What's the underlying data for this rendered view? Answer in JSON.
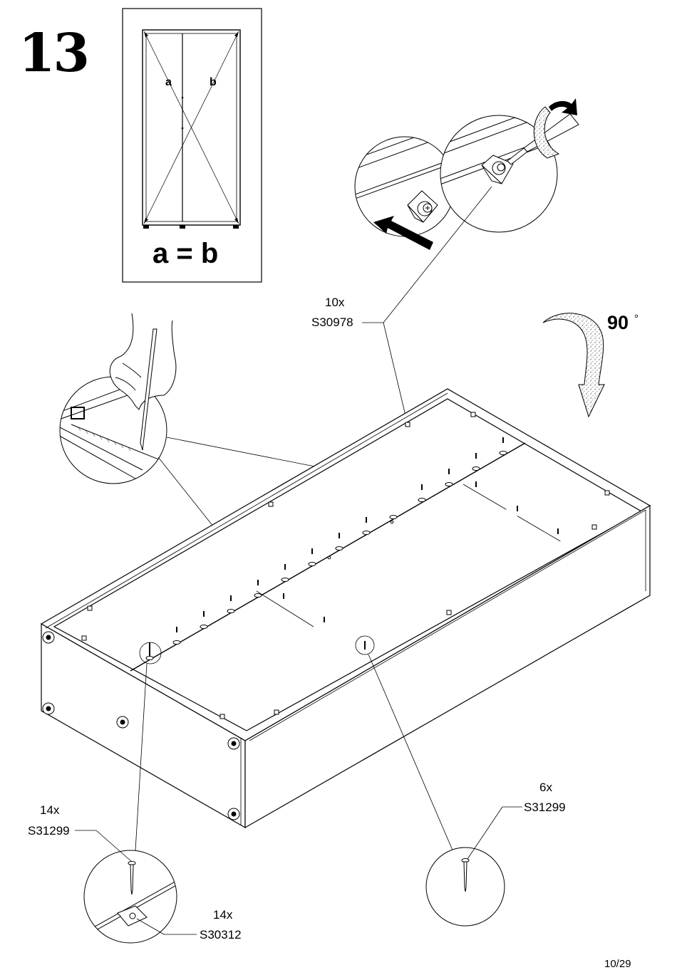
{
  "step_number": "13",
  "diagonal_check": {
    "label_a": "a",
    "label_b": "b",
    "equation": "a = b"
  },
  "rotation": {
    "value": "90",
    "unit": "°"
  },
  "parts": {
    "bracket": {
      "qty": "10x",
      "code": "S30978"
    },
    "nails_left": {
      "qty": "14x",
      "code": "S31299"
    },
    "plates": {
      "qty": "14x",
      "code": "S30312"
    },
    "nails_right": {
      "qty": "6x",
      "code": "S31299"
    }
  },
  "icons": [
    "push-arrow-icon",
    "rotate-arrow-icon",
    "screwdriver-icon",
    "pencil-hand-icon",
    "nail-icon"
  ],
  "page_number": "10/29"
}
